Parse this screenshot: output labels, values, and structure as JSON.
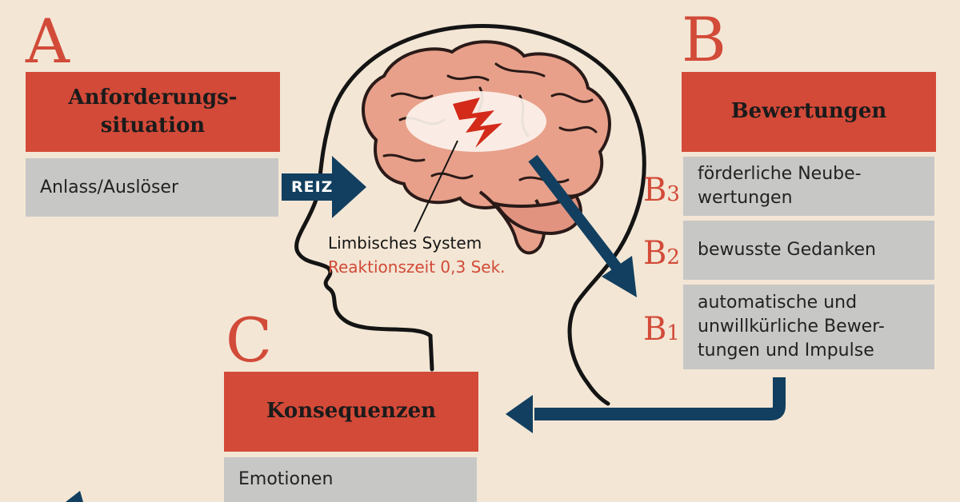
{
  "sections": {
    "a": {
      "letter": "A",
      "title": "Anforderungs-\nsituation",
      "detail": "Anlass/Auslöser"
    },
    "b": {
      "letter": "B",
      "title": "Bewertungen",
      "items": [
        {
          "letter": "B",
          "index": "3",
          "text": "förderliche Neube-\nwertungen"
        },
        {
          "letter": "B",
          "index": "2",
          "text": "bewusste Gedanken"
        },
        {
          "letter": "B",
          "index": "1",
          "text": "automatische und\nunwillkürliche Bewer-\ntungen und Impulse"
        }
      ]
    },
    "c": {
      "letter": "C",
      "title": "Konsequenzen",
      "detail": "Emotionen"
    }
  },
  "brain": {
    "stimulus_label": "REIZ",
    "system_label": "Limbisches System",
    "reaction_label": "Reaktionszeit 0,3 Sek."
  },
  "colors": {
    "background": "#f3e6d5",
    "accent_red": "#d34a38",
    "box_gray": "#c7c7c6",
    "arrow_blue": "#123f5f",
    "brain_pink": "#e8a08a"
  }
}
